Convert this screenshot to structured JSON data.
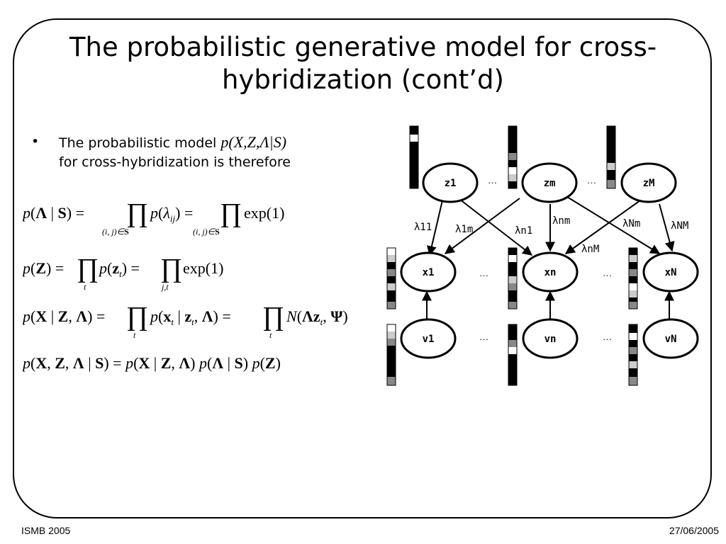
{
  "slide": {
    "title_line1": "The probabilistic generative model for cross-",
    "title_line2": "hybridization (cont’d)",
    "bullet_symbol": "•",
    "bullet_text": "The probabilistic model ",
    "bullet_math": "p(X,Z,Λ|S)",
    "bullet_text2": "for cross-hybridization is therefore"
  },
  "equations": [
    "p(Λ | S) = ∏(i, j)∈S p(λij) = ∏(i, j)∈S exp(1)",
    "p(Z) = ∏t p(zt) = ∏j,t exp(1)",
    "p(X | Z, Λ) = ∏t p(xt | zt, Λ) = ∏t N(Λzt, Ψ)",
    "p(X, Z, Λ | S) = p(X | Z, Λ) p(Λ | S) p(Z)"
  ],
  "diagram": {
    "z_nodes": [
      "z1",
      "zm",
      "zM"
    ],
    "x_nodes": [
      "x1",
      "xn",
      "xN"
    ],
    "v_nodes": [
      "v1",
      "vn",
      "vN"
    ],
    "ellipsis": "…",
    "edge_labels": [
      "λ11",
      "λ1m",
      "λn1",
      "λnm",
      "λNm",
      "λNM",
      "λnM"
    ]
  },
  "footer": {
    "left": "ISMB 2005",
    "right": "27/06/2005"
  },
  "colors": {
    "black": "#000000",
    "dark_gray": "#555555",
    "mid_gray": "#888888",
    "light_gray": "#cccccc",
    "white": "#ffffff"
  }
}
